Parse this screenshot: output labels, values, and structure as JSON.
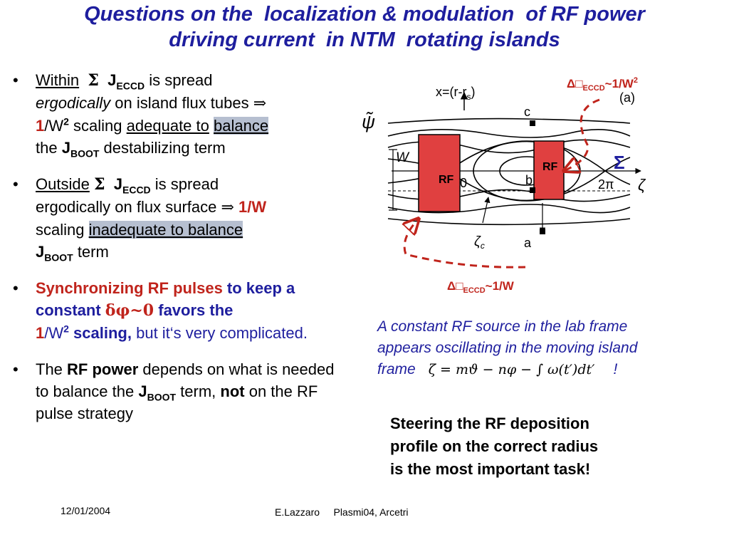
{
  "title": {
    "line1": "Questions on the  localization & modulation  of RF power",
    "line2": "driving current  in NTM  rotating islands"
  },
  "bullets": {
    "b1": {
      "within": "Within",
      "sigma": "Σ",
      "j": "J",
      "eccd": "ECCD",
      "is_spread": " is  spread",
      "ergodically": "ergodically",
      "on_tubes": " on island flux tubes ",
      "arrow": "⇒",
      "one": "1",
      "slash_w": "/W",
      "two": "2",
      "scaling": " scaling ",
      "adequate": "adequate to",
      "balance": "balance",
      "the": "the ",
      "jb": "J",
      "boot": "BOOT",
      "destab": " destabilizing term"
    },
    "b2": {
      "outside": "Outside",
      "sigma": "Σ",
      "j": "J",
      "eccd": "ECCD",
      "is_spread": " is  spread",
      "line2": "ergodically on flux surface ",
      "arrow": "⇒",
      "one_w": "1/W",
      "scaling": "scaling ",
      "inadequate": "inadequate to balance",
      "jb": "J",
      "boot": "BOOT",
      "term": " term"
    },
    "b3": {
      "sync": "Synchronizing RF pulses",
      "keep": " to keep a constant ",
      "dphi": "δφ~0",
      "favors": " favors the",
      "one": "1",
      "slash_w": "/W",
      "two": "2",
      "scaling": " scaling,",
      "rest": " but it‘s very complicated."
    },
    "b4": {
      "the": "The ",
      "rf_power": "RF power",
      "depends": " depends on what is needed to balance the ",
      "jb": "J",
      "boot": "BOOT",
      "term": " term, ",
      "not": "not",
      "rest": " on the RF pulse strategy"
    }
  },
  "diagram": {
    "x_label": "x=(r-r",
    "x_sub": "s",
    "x_close": ")",
    "psi": "ψ̃",
    "w": "W",
    "zeta": "ζ",
    "zeta_c": "ζ",
    "zeta_c_sub": "c",
    "zero": "0",
    "two_pi": "2π",
    "panel": "(a)",
    "a": "a",
    "b": "b",
    "c": "c",
    "rf_left": "RF",
    "rf_right": "RF",
    "sigma": "Σ",
    "top_note": "Δ\u0000ECCD~1/W²",
    "top_delta": "Δ",
    "top_box": "□",
    "top_eccd": "ECCD",
    "top_tail": "~1/W",
    "top_sup": "2",
    "bottom_delta": "Δ",
    "bottom_box": "□",
    "bottom_eccd": "ECCD",
    "bottom_tail": "~1/W",
    "colors": {
      "rf_fill": "#e04040",
      "dash": "#c0241c",
      "navy": "#1e1e9e"
    }
  },
  "caption": {
    "line1": "A constant RF source in the lab frame",
    "line2": "appears oscillating in the moving island",
    "frame": "frame",
    "formula": "ζ = mϑ − nφ − ∫ ω(t′)dt′",
    "excl": "!"
  },
  "steer": {
    "line1": "Steering the RF deposition",
    "line2": "profile on the correct radius",
    "line3": "is the most important task!"
  },
  "footer": {
    "date": "12/01/2004",
    "author": "E.Lazzaro     Plasmi04, Arcetri"
  }
}
